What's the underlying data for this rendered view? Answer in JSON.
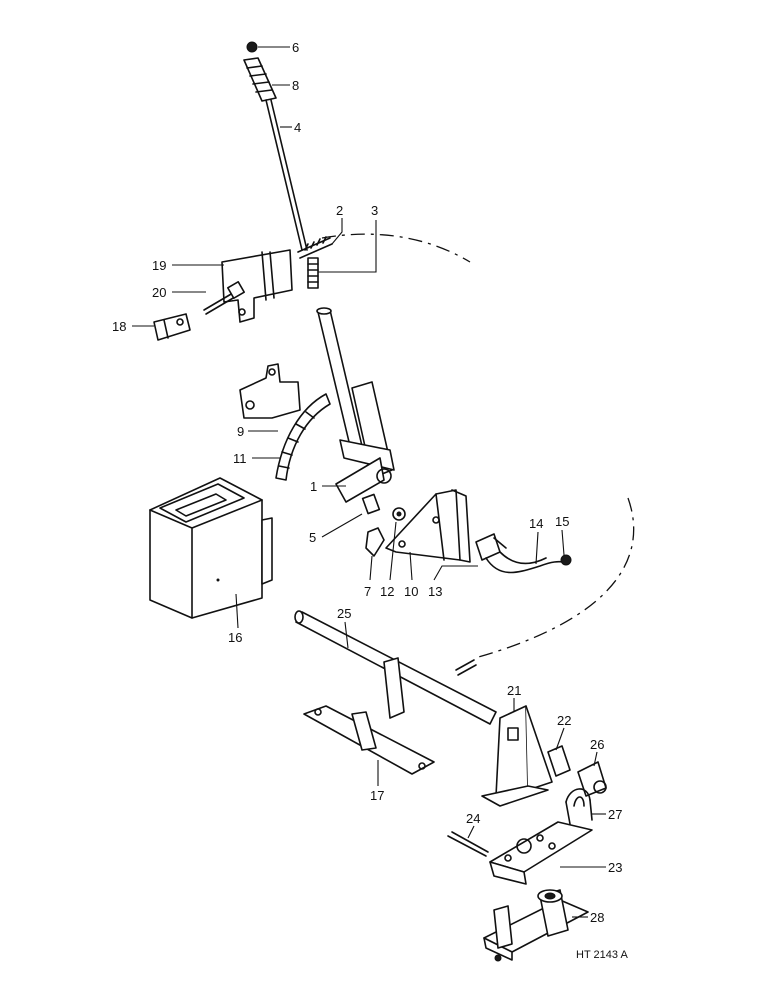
{
  "drawing_code": "HT 2143 A",
  "callouts": {
    "c1": "1",
    "c2": "2",
    "c3": "3",
    "c4": "4",
    "c5": "5",
    "c6": "6",
    "c7": "7",
    "c8": "8",
    "c9": "9",
    "c10": "10",
    "c11": "11",
    "c12": "12",
    "c13": "13",
    "c14": "14",
    "c15": "15",
    "c16": "16",
    "c17": "17",
    "c18": "18",
    "c19": "19",
    "c20": "20",
    "c21": "21",
    "c22": "22",
    "c23": "23",
    "c24": "24",
    "c25": "25",
    "c26": "26",
    "c27": "27",
    "c28": "28"
  }
}
